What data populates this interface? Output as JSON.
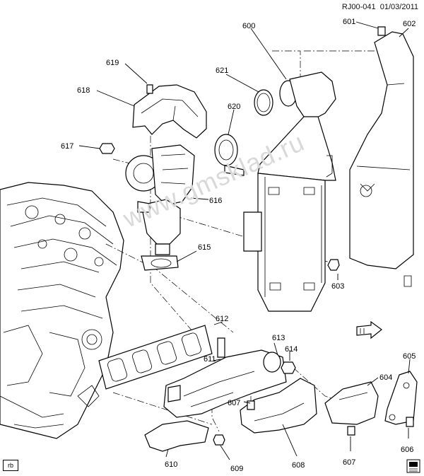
{
  "header": {
    "code": "RJ00-041",
    "date": "01/03/2011"
  },
  "watermark": "www.gmsklad.ru",
  "badge": "rb",
  "book_icon": "manual-book-icon",
  "callouts": {
    "c600": "600",
    "c601": "601",
    "c602": "602",
    "c603": "603",
    "c604": "604",
    "c605": "605",
    "c606": "606",
    "c607a": "607",
    "c607b": "607",
    "c608": "608",
    "c609": "609",
    "c610": "610",
    "c611": "611",
    "c612": "612",
    "c613": "613",
    "c614": "614",
    "c615": "615",
    "c616": "616",
    "c617": "617",
    "c618": "618",
    "c619": "619",
    "c620": "620",
    "c621": "621"
  }
}
